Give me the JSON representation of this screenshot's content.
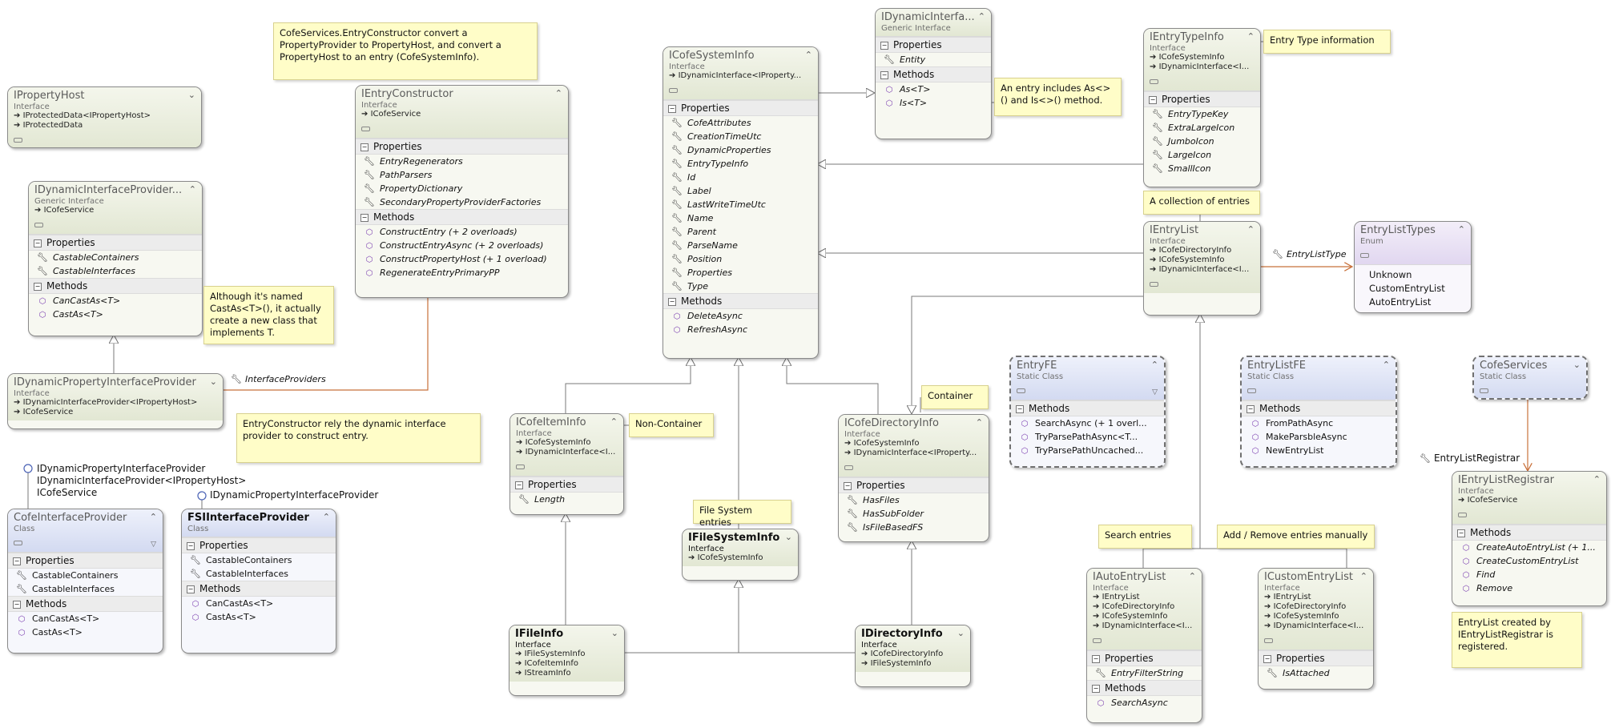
{
  "notes": {
    "entry_constructor": "CofeServices.EntryConstructor convert a PropertyProvider to PropertyHost, and convert a PropertyHost to an entry (CofeSystemInfo).",
    "castas": "Although it's named CastAs<T>(), it actually create a new class that implements T.",
    "rely": "EntryConstructor rely the dynamic interface provider to construct entry.",
    "entry_includes": "An entry includes As<>() and Is<>() method.",
    "entry_type_info": "Entry Type information",
    "collection": "A collection of entries",
    "container": "Container",
    "non_container": "Non-Container",
    "file_system_entries": "File System entries",
    "search_entries": "Search entries",
    "add_remove": "Add / Remove entries manually",
    "registrar": "EntryList created by IEntryListRegistrar is registered."
  },
  "labels": {
    "interface_providers": "InterfaceProviders",
    "entry_list_type": "EntryListType",
    "entry_list_registrar": "EntryListRegistrar",
    "lollipop_a1": "IDynamicPropertyInterfaceProvider",
    "lollipop_a2": "IDynamicInterfaceProvider<IPropertyHost>",
    "lollipop_a3": "ICofeService",
    "lollipop_b1": "IDynamicPropertyInterfaceProvider"
  },
  "shapes": {
    "ipropertyhost": {
      "title": "IPropertyHost",
      "stype": "Interface",
      "inherits": [
        "IProtectedData<IPropertyHost>",
        "IProtectedData"
      ]
    },
    "idynamicinterfaceprovider": {
      "title": "IDynamicInterfaceProvider...",
      "stype": "Generic Interface",
      "inherits": [
        "ICofeService"
      ],
      "sec_props": "Properties",
      "props": [
        "CastableContainers",
        "CastableInterfaces"
      ],
      "sec_methods": "Methods",
      "methods": [
        "CanCastAs<T>",
        "CastAs<T>"
      ]
    },
    "idynamicpropertyinterfaceprovider": {
      "title": "IDynamicPropertyInterfaceProvider",
      "stype": "Interface",
      "inherits": [
        "IDynamicInterfaceProvider<IPropertyHost>",
        "ICofeService"
      ]
    },
    "cofeinterfaceprovider": {
      "title": "CofeInterfaceProvider",
      "stype": "Class",
      "sec_props": "Properties",
      "props": [
        "CastableContainers",
        "CastableInterfaces"
      ],
      "sec_methods": "Methods",
      "methods": [
        "CanCastAs<T>",
        "CastAs<T>"
      ]
    },
    "fsiinterfaceprovider": {
      "title": "FSIInterfaceProvider",
      "stype": "Class",
      "sec_props": "Properties",
      "props": [
        "CastableContainers",
        "CastableInterfaces"
      ],
      "sec_methods": "Methods",
      "methods": [
        "CanCastAs<T>",
        "CastAs<T>"
      ]
    },
    "ientryconstructor": {
      "title": "IEntryConstructor",
      "stype": "Interface",
      "inherits": [
        "ICofeService"
      ],
      "sec_props": "Properties",
      "props": [
        "EntryRegenerators",
        "PathParsers",
        "PropertyDictionary",
        "SecondaryPropertyProviderFactories"
      ],
      "sec_methods": "Methods",
      "methods": [
        "ConstructEntry (+ 2 overloads)",
        "ConstructEntryAsync (+ 2 overloads)",
        "ConstructPropertyHost (+ 1 overload)",
        "RegenerateEntryPrimaryPP"
      ]
    },
    "icofesysteminfo": {
      "title": "ICofeSystemInfo",
      "stype": "Interface",
      "inherits": [
        "IDynamicInterface<IProperty..."
      ],
      "sec_props": "Properties",
      "props": [
        "CofeAttributes",
        "CreationTimeUtc",
        "DynamicProperties",
        "EntryTypeInfo",
        "Id",
        "Label",
        "LastWriteTimeUtc",
        "Name",
        "Parent",
        "ParseName",
        "Position",
        "Properties",
        "Type"
      ],
      "sec_methods": "Methods",
      "methods": [
        "DeleteAsync",
        "RefreshAsync"
      ]
    },
    "idynamicinterface": {
      "title": "IDynamicInterfa...",
      "stype": "Generic Interface",
      "sec_props": "Properties",
      "props": [
        "Entity"
      ],
      "sec_methods": "Methods",
      "methods": [
        "As<T>",
        "Is<T>"
      ]
    },
    "ientrytypeinfo": {
      "title": "IEntryTypeInfo",
      "stype": "Interface",
      "inherits": [
        "ICofeSystemInfo",
        "IDynamicInterface<I..."
      ],
      "sec_props": "Properties",
      "props": [
        "EntryTypeKey",
        "ExtraLargeIcon",
        "JumboIcon",
        "LargeIcon",
        "SmallIcon"
      ]
    },
    "ientrylist": {
      "title": "IEntryList",
      "stype": "Interface",
      "inherits": [
        "ICofeDirectoryInfo",
        "ICofeSystemInfo",
        "IDynamicInterface<I..."
      ]
    },
    "entrylisttypes": {
      "title": "EntryListTypes",
      "stype": "Enum",
      "values": [
        "Unknown",
        "CustomEntryList",
        "AutoEntryList"
      ]
    },
    "icofeiteminfo": {
      "title": "ICofeItemInfo",
      "stype": "Interface",
      "inherits": [
        "ICofeSystemInfo",
        "IDynamicInterface<I..."
      ],
      "sec_props": "Properties",
      "props": [
        "Length"
      ]
    },
    "icofedirectoryinfo": {
      "title": "ICofeDirectoryInfo",
      "stype": "Interface",
      "inherits": [
        "ICofeSystemInfo",
        "IDynamicInterface<IProperty..."
      ],
      "sec_props": "Properties",
      "props": [
        "HasFiles",
        "HasSubFolder",
        "IsFileBasedFS"
      ]
    },
    "ifilesysteminfo": {
      "title": "IFileSystemInfo",
      "stype": "Interface",
      "inherits": [
        "ICofeSystemInfo"
      ]
    },
    "ifileinfo": {
      "title": "IFileInfo",
      "stype": "Interface",
      "inherits": [
        "IFileSystemInfo",
        "ICofeItemInfo",
        "IStreamInfo"
      ]
    },
    "idirectoryinfo": {
      "title": "IDirectoryInfo",
      "stype": "Interface",
      "inherits": [
        "ICofeDirectoryInfo",
        "IFileSystemInfo"
      ]
    },
    "entryfe": {
      "title": "EntryFE",
      "stype": "Static Class",
      "sec_methods": "Methods",
      "methods": [
        "SearchAsync (+ 1 overl...",
        "TryParsePathAsync<T...",
        "TryParsePathUncached..."
      ]
    },
    "entrylistfe": {
      "title": "EntryListFE",
      "stype": "Static Class",
      "sec_methods": "Methods",
      "methods": [
        "FromPathAsync",
        "MakeParsbleAsync",
        "NewEntryList"
      ]
    },
    "cofeservices": {
      "title": "CofeServices",
      "stype": "Static Class"
    },
    "iautoentrylist": {
      "title": "IAutoEntryList",
      "stype": "Interface",
      "inherits": [
        "IEntryList",
        "ICofeDirectoryInfo",
        "ICofeSystemInfo",
        "IDynamicInterface<I..."
      ],
      "sec_props": "Properties",
      "props": [
        "EntryFilterString"
      ],
      "sec_methods": "Methods",
      "methods": [
        "SearchAsync"
      ]
    },
    "icustomentrylist": {
      "title": "ICustomEntryList",
      "stype": "Interface",
      "inherits": [
        "IEntryList",
        "ICofeDirectoryInfo",
        "ICofeSystemInfo",
        "IDynamicInterface<I..."
      ],
      "sec_props": "Properties",
      "props": [
        "IsAttached"
      ]
    },
    "ientrylistregistrar": {
      "title": "IEntryListRegistrar",
      "stype": "Interface",
      "inherits": [
        "ICofeService"
      ],
      "sec_methods": "Methods",
      "methods": [
        "CreateAutoEntryList (+ 1...",
        "CreateCustomEntryList",
        "Find",
        "Remove"
      ]
    }
  }
}
